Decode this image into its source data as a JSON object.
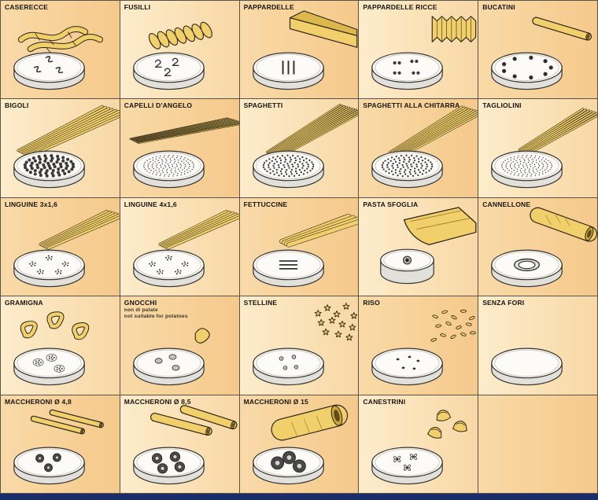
{
  "colors": {
    "pasta_yellow": "#f1d06b",
    "pasta_shadow": "#cda73d",
    "background_light": "#fdeccb",
    "background_dark": "#f5c98b",
    "footer_navy": "#1c2d6b",
    "die_face": "#fcfbf7",
    "die_side": "#e2e0da"
  },
  "grid": {
    "columns": 5,
    "rows": 5,
    "cells": [
      {
        "label": "CASERECCE",
        "pasta": "caserecce",
        "die": "s-slots"
      },
      {
        "label": "FUSILLI",
        "pasta": "fusilli",
        "die": "fusilli-slots"
      },
      {
        "label": "PAPPARDELLE",
        "pasta": "ribbon",
        "die": "vertical-slits"
      },
      {
        "label": "PAPPARDELLE RICCE",
        "pasta": "ribbon-ricce",
        "die": "paired-holes"
      },
      {
        "label": "BUCATINI",
        "pasta": "bucatini",
        "die": "ring-holes"
      },
      {
        "label": "BIGOLI",
        "pasta": "strands-thick",
        "die": "dots-large"
      },
      {
        "label": "CAPELLI D'ANGELO",
        "pasta": "strands-fine",
        "die": "dots-fine"
      },
      {
        "label": "SPAGHETTI",
        "pasta": "strands",
        "die": "dots-medium"
      },
      {
        "label": "SPAGHETTI ALLA CHITARRA",
        "pasta": "strands-square",
        "die": "dots-medium"
      },
      {
        "label": "TAGLIOLINI",
        "pasta": "strands-flat",
        "die": "dots-fine"
      },
      {
        "label": "LINGUINE 3x1,6",
        "pasta": "linguine",
        "die": "cluster-slits"
      },
      {
        "label": "LINGUINE 4x1,6",
        "pasta": "linguine",
        "die": "cluster-slits"
      },
      {
        "label": "FETTUCCINE",
        "pasta": "fettuccine",
        "die": "horizontal-slits"
      },
      {
        "label": "PASTA SFOGLIA",
        "pasta": "sheet",
        "die": "roller"
      },
      {
        "label": "CANNELLONE",
        "pasta": "tube-large",
        "die": "big-ring"
      },
      {
        "label": "GRAMIGNA",
        "pasta": "curls",
        "die": "cluster-rings"
      },
      {
        "label": "GNOCCHI",
        "sub1": "non di patate",
        "sub2": "not suitable for potatoes",
        "pasta": "gnocco",
        "die": "three-holes"
      },
      {
        "label": "STELLINE",
        "pasta": "stars",
        "die": "star-holes"
      },
      {
        "label": "RISO",
        "pasta": "rice",
        "die": "small-holes"
      },
      {
        "label": "SENZA FORI",
        "pasta": "none",
        "die": "blank"
      },
      {
        "label": "MACCHERONI Ø 4,8",
        "pasta": "tubes-small",
        "die": "annular-3"
      },
      {
        "label": "MACCHERONI Ø 8,5",
        "pasta": "tubes-medium",
        "die": "annular-4"
      },
      {
        "label": "MACCHERONI Ø 15",
        "pasta": "tube-big",
        "die": "annular-big"
      },
      {
        "label": "CANESTRINI",
        "pasta": "baskets",
        "die": "canestrini"
      },
      {
        "label": "",
        "pasta": "none",
        "die": "none",
        "empty": true
      }
    ]
  }
}
